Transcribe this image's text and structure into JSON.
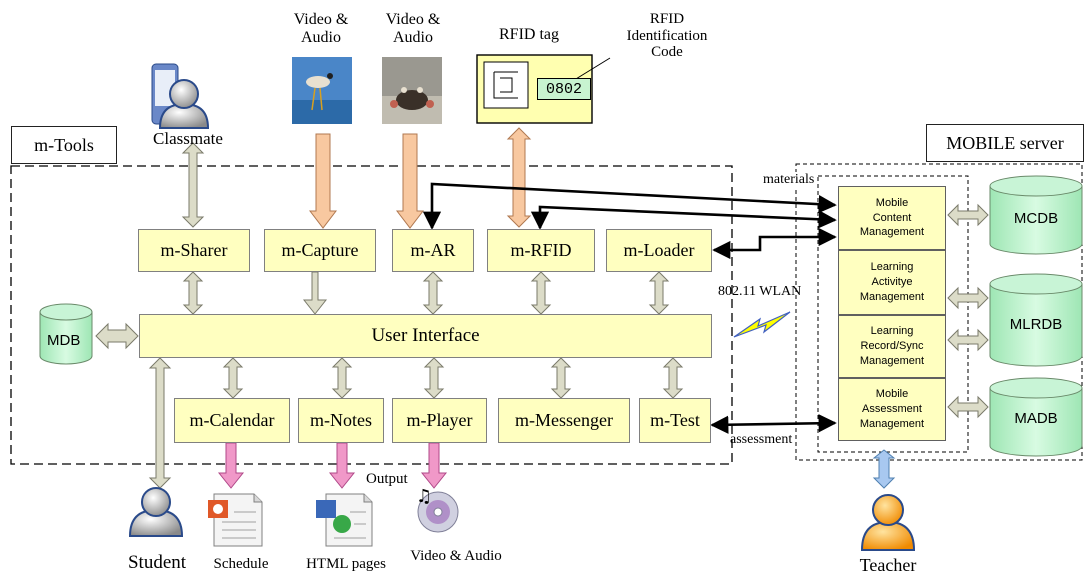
{
  "panels": {
    "tools_label": "m-Tools",
    "server_label": "MOBILE server"
  },
  "people": {
    "classmate": "Classmate",
    "student": "Student",
    "teacher": "Teacher"
  },
  "media_top": {
    "video_audio_1": [
      "Video &",
      "Audio"
    ],
    "video_audio_2": [
      "Video &",
      "Audio"
    ],
    "rfid_tag": "RFID tag",
    "rfid_code_label": [
      "RFID",
      "Identification",
      "Code"
    ],
    "rfid_code_value": "0802"
  },
  "tools_top": [
    "m-Sharer",
    "m-Capture",
    "m-AR",
    "m-RFID",
    "m-Loader"
  ],
  "user_interface": "User Interface",
  "mdb": "MDB",
  "tools_bottom": [
    "m-Calendar",
    "m-Notes",
    "m-Player",
    "m-Messenger",
    "m-Test"
  ],
  "outputs": {
    "output_label": "Output",
    "schedule": "Schedule",
    "html_pages": "HTML pages",
    "video_audio": "Video & Audio"
  },
  "links": {
    "materials": "materials",
    "wlan": "802.11 WLAN",
    "assessment": "assessment"
  },
  "server_modules": [
    "Mobile\nContent\nManagement",
    "Learning\nActivitye\nManagement",
    "Learning\nRecord/Sync\nManagement",
    "Mobile\nAssessment\nManagement"
  ],
  "databases": [
    "MCDB",
    "MLRDB",
    "MADB"
  ],
  "colors": {
    "box_fill": "#ffffc0",
    "db_fill": "#b8f0c8",
    "grey_arrow": "#dcdcc8",
    "orange_arrow": "#f8c8a0",
    "pink_arrow": "#f098c8",
    "blue_arrow": "#a8c8f0"
  }
}
